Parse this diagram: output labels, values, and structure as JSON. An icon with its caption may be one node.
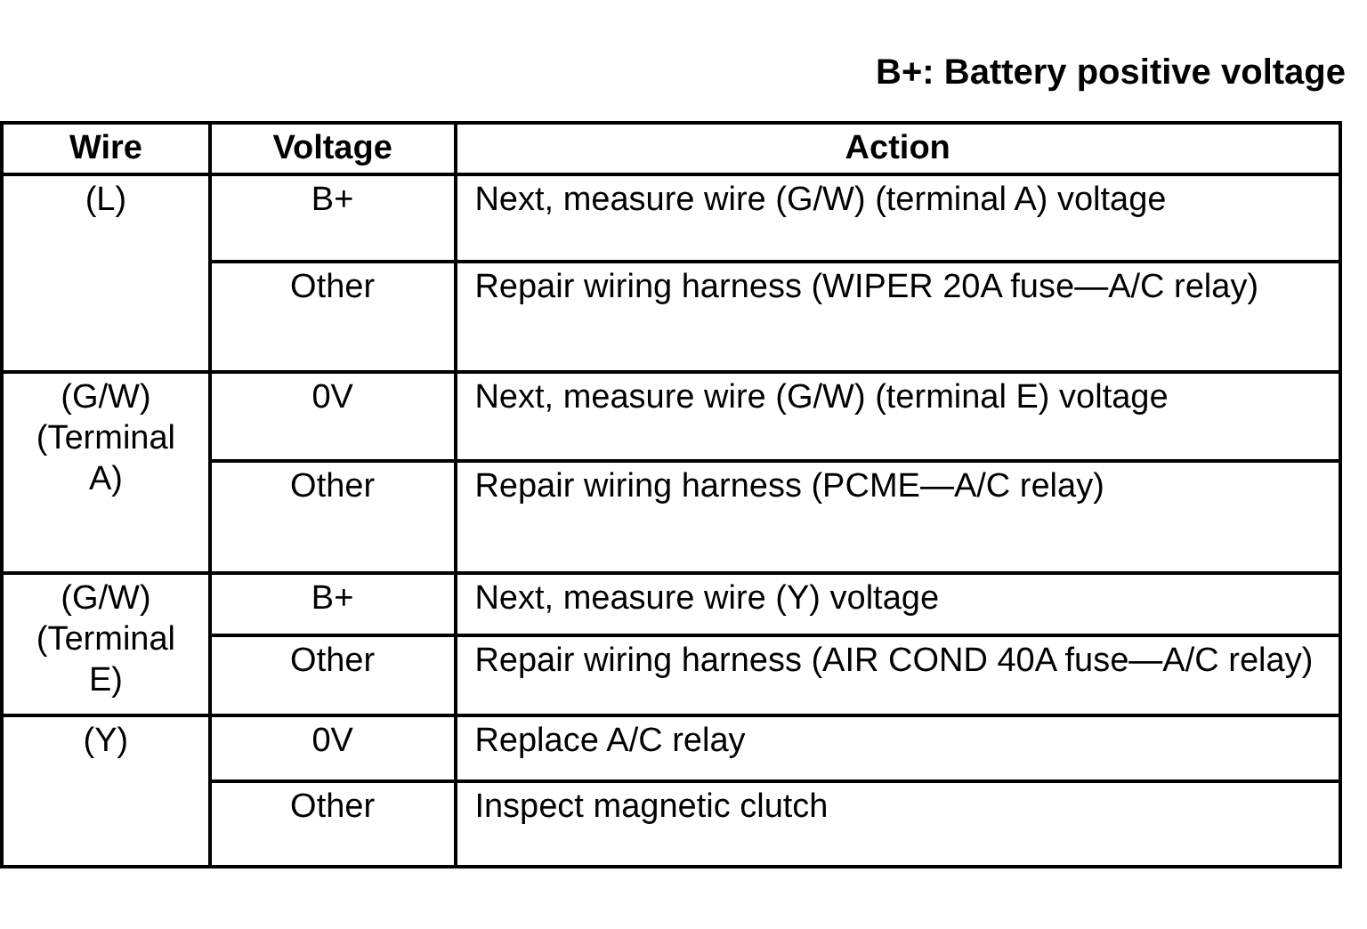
{
  "diagram": {
    "labels": [
      "B+: Battery positive voltage",
      "Wire",
      "Voltage",
      "Action",
      "(L)",
      "B+",
      "Next, measure wire (G/W) (terminal A) voltage",
      "Other",
      "Repair wiring harness (WIPER 20A fuse—A/C relay)",
      "(G/W) (Terminal A)",
      "0V",
      "Next, measure wire (G/W) (terminal E) voltage",
      "Other",
      "Repair wiring harness (PCME—A/C relay)",
      "(G/W) (Terminal E)",
      "B+",
      "Next, measure wire (Y) voltage",
      "Other",
      "Repair wiring harness (AIR COND 40A fuse—A/C relay)",
      "(Y)",
      "0V",
      "Replace A/C relay",
      "Other",
      "Inspect magnetic clutch"
    ]
  }
}
